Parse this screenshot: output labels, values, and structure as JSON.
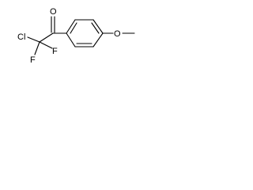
{
  "molecule": {
    "labels": {
      "oxygen_carbonyl": "O",
      "oxygen_methoxy": "O",
      "chlorine": "Cl",
      "fluorine_1": "F",
      "fluorine_2": "F"
    },
    "bond_color": "#000000",
    "background_color": "#ffffff"
  }
}
